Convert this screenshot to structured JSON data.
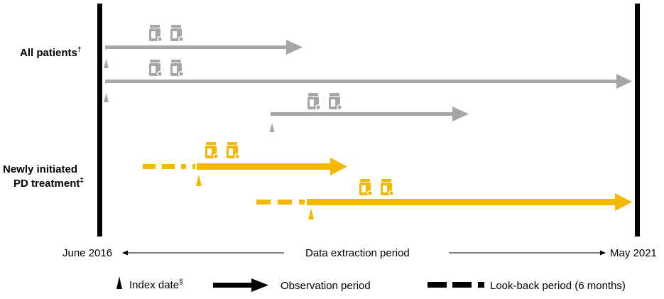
{
  "groups": {
    "all_label": "All patients",
    "all_mark": "†",
    "new_label_line1": "Newly initiated",
    "new_label_line2": "PD treatment",
    "new_mark": "‡"
  },
  "timeline": {
    "start": "June 2016",
    "middle": "Data extraction period",
    "end": "May 2021"
  },
  "legend": {
    "index_date": "Index date",
    "index_mark": "§",
    "observation": "Observation period",
    "lookback": "Look-back period (6 months)"
  },
  "colors": {
    "gray": "#a6a6a6",
    "gold": "#f5b800",
    "black": "#000000"
  },
  "icons": {
    "medication": "pill-bottle-icon",
    "index": "triangle-index-icon"
  }
}
